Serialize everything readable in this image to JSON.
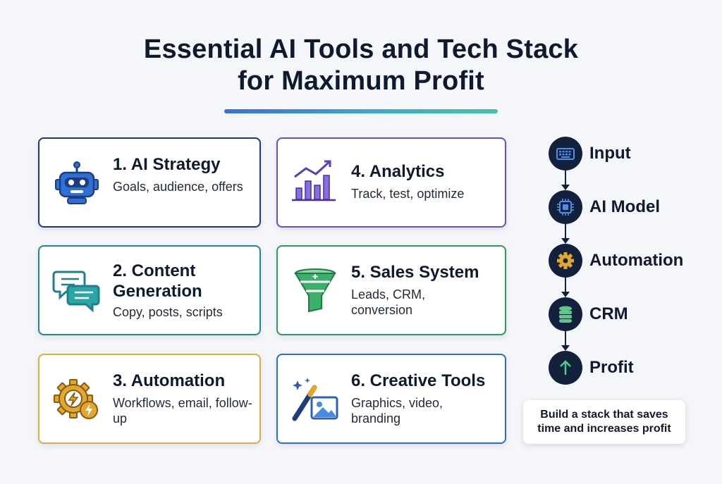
{
  "title": {
    "line1": "Essential AI Tools and Tech Stack",
    "line2": "for Maximum Profit"
  },
  "cards": [
    {
      "heading": "1. AI Strategy",
      "desc": "Goals, audience, offers",
      "icon": "robot-icon",
      "border_color": "#1e3a6e"
    },
    {
      "heading": "2. Content Generation",
      "desc": "Copy, posts, scripts",
      "icon": "chat-bubbles-icon",
      "border_color": "#1f8a8a"
    },
    {
      "heading": "3. Automation",
      "desc": "Workflows, email, follow-up",
      "icon": "gear-lightning-icon",
      "border_color": "#d4b24a"
    },
    {
      "heading": "4. Analytics",
      "desc": "Track, test, optimize",
      "icon": "bar-chart-icon",
      "border_color": "#6a4fc4"
    },
    {
      "heading": "5. Sales System",
      "desc": "Leads, CRM, conversion",
      "icon": "funnel-icon",
      "border_color": "#2f9a5a"
    },
    {
      "heading": "6. Creative Tools",
      "desc": "Graphics, video, branding",
      "icon": "magic-wand-image-icon",
      "border_color": "#2d6fc0"
    }
  ],
  "flow": [
    {
      "label": "Input",
      "icon": "keyboard-icon"
    },
    {
      "label": "AI Model",
      "icon": "chip-icon"
    },
    {
      "label": "Automation",
      "icon": "gear-icon"
    },
    {
      "label": "CRM",
      "icon": "database-icon"
    },
    {
      "label": "Profit",
      "icon": "arrow-up-icon"
    }
  ],
  "note": "Build a stack that saves time and increases profit",
  "colors": {
    "accent_blue": "#3b6fd8",
    "accent_teal": "#45c2a6",
    "node_dark": "#14213d",
    "gold": "#e0a92e"
  }
}
